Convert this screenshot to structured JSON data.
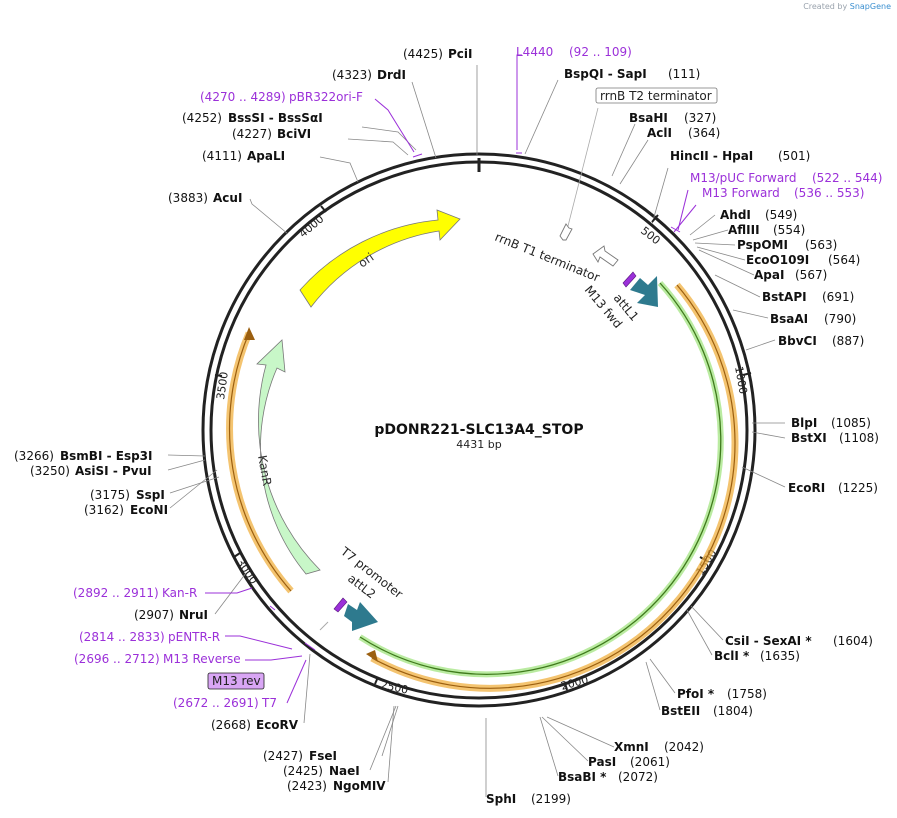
{
  "watermark": {
    "prefix": "Created by",
    "brand": "SnapGene"
  },
  "plasmid": {
    "name": "pDONR221-SLC13A4_STOP",
    "length": "4431 bp"
  },
  "ticks": [
    "500",
    "1000",
    "1500",
    "2000",
    "2500",
    "3000",
    "3500",
    "4000"
  ],
  "features": {
    "ori": "ori",
    "kanr": "KanR",
    "rrnb_t1": "rrnB T1 terminator",
    "rrnb_t2": "rrnB T2 terminator",
    "attl1": "attL1",
    "attl2": "attL2",
    "m13fwd": "M13 fwd",
    "t7promoter": "T7 promoter",
    "m13rev": "M13 rev"
  },
  "sites": [
    {
      "name": "PciI",
      "pos": "(4425)"
    },
    {
      "name": "DrdI",
      "pos": "(4323)"
    },
    {
      "name": "BssSI  -  BssSαI",
      "pos": "(4252)"
    },
    {
      "name": "BciVI",
      "pos": "(4227)"
    },
    {
      "name": "ApaLI",
      "pos": "(4111)"
    },
    {
      "name": "AcuI",
      "pos": "(3883)"
    },
    {
      "name": "BspQI  -  SapI",
      "pos": "(111)"
    },
    {
      "name": "BsaHI",
      "pos": "(327)"
    },
    {
      "name": "AclI",
      "pos": "(364)"
    },
    {
      "name": "HincII  -  HpaI",
      "pos": "(501)"
    },
    {
      "name": "AhdI",
      "pos": "(549)"
    },
    {
      "name": "AflIII",
      "pos": "(554)"
    },
    {
      "name": "PspOMI",
      "pos": "(563)"
    },
    {
      "name": "EcoO109I",
      "pos": "(564)"
    },
    {
      "name": "ApaI",
      "pos": "(567)"
    },
    {
      "name": "BstAPI",
      "pos": "(691)"
    },
    {
      "name": "BsaAI",
      "pos": "(790)"
    },
    {
      "name": "BbvCI",
      "pos": "(887)"
    },
    {
      "name": "BlpI",
      "pos": "(1085)"
    },
    {
      "name": "BstXI",
      "pos": "(1108)"
    },
    {
      "name": "EcoRI",
      "pos": "(1225)"
    },
    {
      "name": "CsiI  -  SexAI *",
      "pos": "(1604)"
    },
    {
      "name": "BclI *",
      "pos": "(1635)"
    },
    {
      "name": "PfoI *",
      "pos": "(1758)"
    },
    {
      "name": "BstEII",
      "pos": "(1804)"
    },
    {
      "name": "XmnI",
      "pos": "(2042)"
    },
    {
      "name": "PasI",
      "pos": "(2061)"
    },
    {
      "name": "BsaBI *",
      "pos": "(2072)"
    },
    {
      "name": "SphI",
      "pos": "(2199)"
    },
    {
      "name": "FseI",
      "pos": "(2427)"
    },
    {
      "name": "NaeI",
      "pos": "(2425)"
    },
    {
      "name": "NgoMIV",
      "pos": "(2423)"
    },
    {
      "name": "EcoRV",
      "pos": "(2668)"
    },
    {
      "name": "NruI",
      "pos": "(2907)"
    },
    {
      "name": "SspI",
      "pos": "(3175)"
    },
    {
      "name": "EcoNI",
      "pos": "(3162)"
    },
    {
      "name": "BsmBI  -  Esp3I",
      "pos": "(3266)"
    },
    {
      "name": "AsiSI  -  PvuI",
      "pos": "(3250)"
    }
  ],
  "primers": [
    {
      "name": "L4440",
      "range": "(92 .. 109)"
    },
    {
      "name": "pBR322ori-F",
      "range": "(4270 .. 4289)"
    },
    {
      "name": "M13/pUC Forward",
      "range": "(522 .. 544)"
    },
    {
      "name": "M13 Forward",
      "range": "(536 .. 553)"
    },
    {
      "name": "Kan-R",
      "range": "(2892 .. 2911)"
    },
    {
      "name": "pENTR-R",
      "range": "(2814 .. 2833)"
    },
    {
      "name": "M13 Reverse",
      "range": "(2696 .. 2712)"
    },
    {
      "name": "T7",
      "range": "(2672 .. 2691)"
    }
  ],
  "colors": {
    "backbone": "#222222",
    "ori": "#ffff00",
    "kanr": "#c8f7c8",
    "att": "#2e7a8e",
    "orange_band": "#f0b040",
    "green_band": "#3f9a1c",
    "primer": "#9b30d9",
    "m13rev_box": "#d9a6f5"
  }
}
